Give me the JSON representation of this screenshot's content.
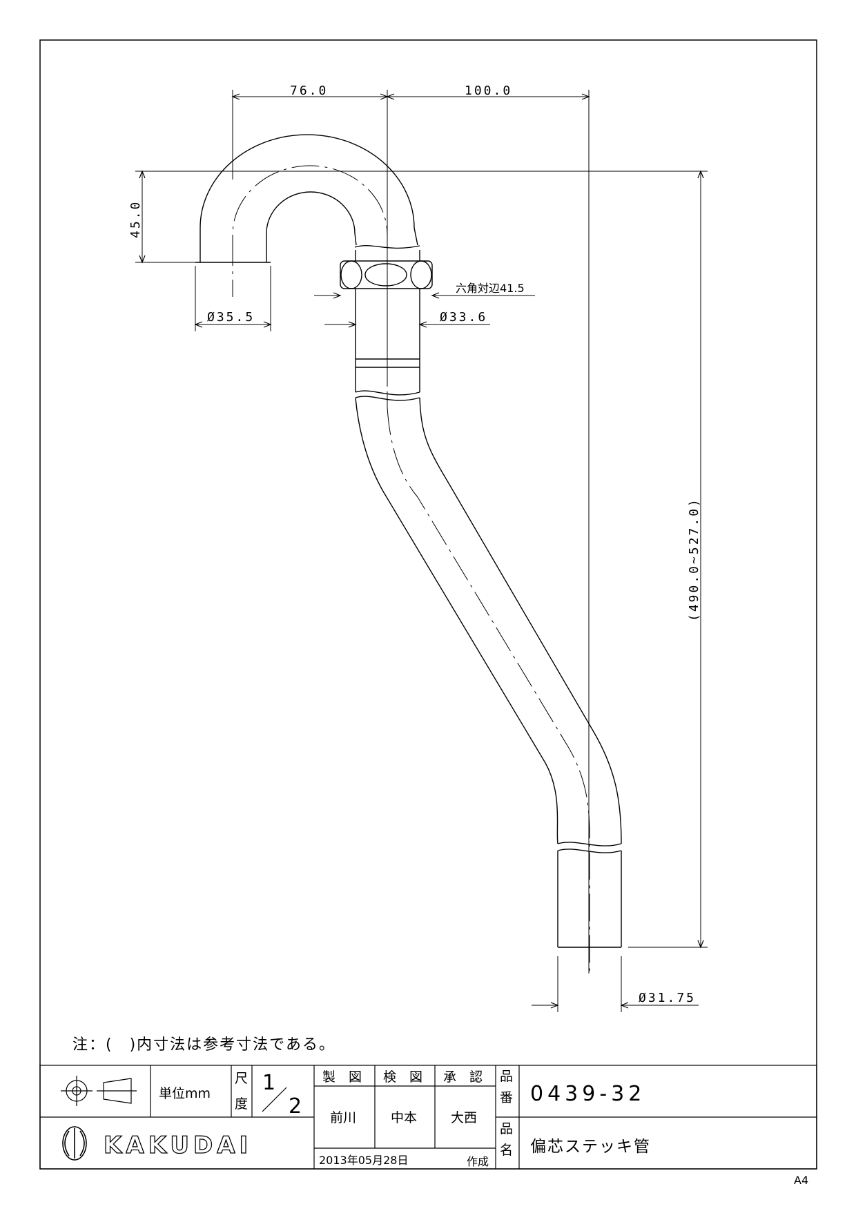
{
  "dimensions": {
    "top_left": "76.0",
    "top_right": "100.0",
    "left_height": "45.0",
    "total_height": "(490.0~527.0)",
    "inlet_diameter": "Ø35.5",
    "hex_across_flats": "六角対辺41.5",
    "nut_diameter": "Ø33.6",
    "outlet_diameter": "Ø31.75"
  },
  "note": "注：(　)内寸法は参考寸法である。",
  "title_block": {
    "unit_label": "単位mm",
    "scale_label_1": "尺",
    "scale_label_2": "度",
    "scale_num": "1",
    "scale_den": "2",
    "drawn_header": "製　図",
    "checked_header": "検　図",
    "approved_header": "承　認",
    "drawn_by": "前川",
    "checked_by": "中本",
    "approved_by": "大西",
    "part_no_label_1": "品",
    "part_no_label_2": "番",
    "part_no": "0439-32",
    "part_name_label_1": "品",
    "part_name_label_2": "名",
    "part_name": "偏芯ステッキ管",
    "date": "2013年05月28日",
    "created_label": "作成",
    "brand": "KAKUDAI"
  },
  "paper_size": "A4"
}
